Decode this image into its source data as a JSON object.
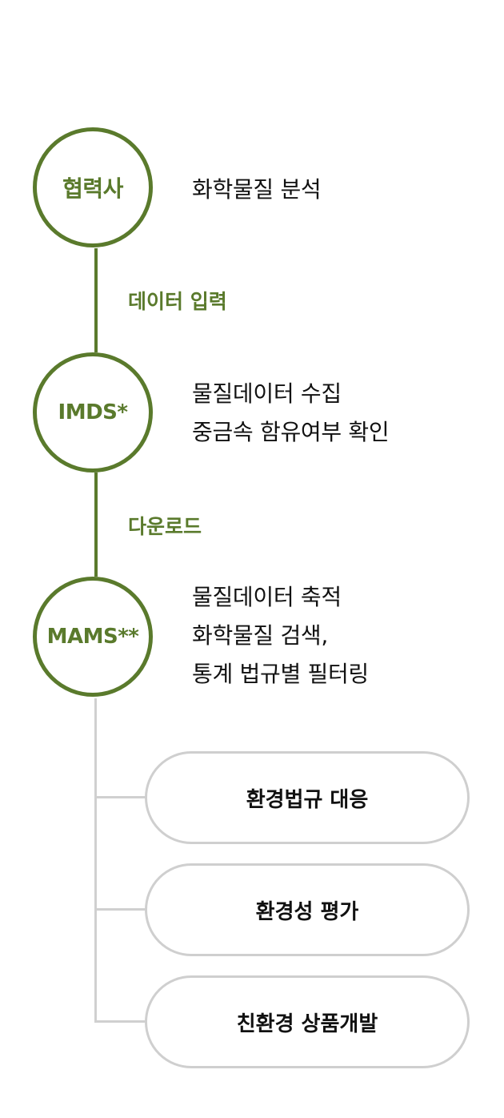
{
  "nodes": [
    {
      "label": "협력사",
      "description": [
        "화학물질 분석"
      ]
    },
    {
      "label": "IMDS*",
      "description": [
        "물질데이터 수집",
        "중금속 함유여부 확인"
      ]
    },
    {
      "label": "MAMS**",
      "description": [
        "물질데이터 축적",
        "화학물질 검색,",
        "통계 법규별 필터링"
      ]
    }
  ],
  "connectors": [
    {
      "label": "데이터 입력"
    },
    {
      "label": "다운로드"
    }
  ],
  "outcomes": [
    {
      "label": "환경법규 대응"
    },
    {
      "label": "환경성 평가"
    },
    {
      "label": "친환경 상품개발"
    }
  ],
  "colors": {
    "accent_green": "#5a7a2c",
    "connector_gray": "#d0d0d0",
    "pill_border": "#cfcfcf",
    "text": "#111111"
  }
}
